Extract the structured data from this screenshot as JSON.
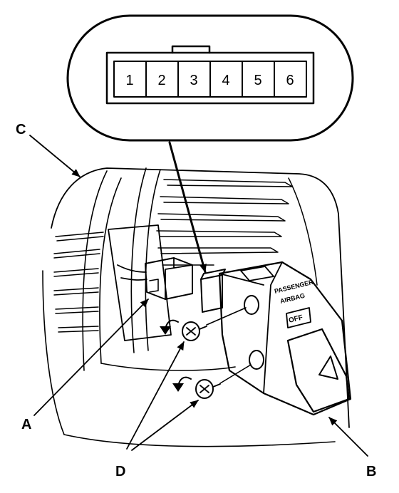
{
  "connector": {
    "pins": [
      "1",
      "2",
      "3",
      "4",
      "5",
      "6"
    ]
  },
  "callouts": {
    "a": "A",
    "b": "B",
    "c": "C",
    "d": "D"
  },
  "switch_text": {
    "line1": "PASSENGER",
    "line2": "AIRBAG",
    "line3": "OFF"
  }
}
